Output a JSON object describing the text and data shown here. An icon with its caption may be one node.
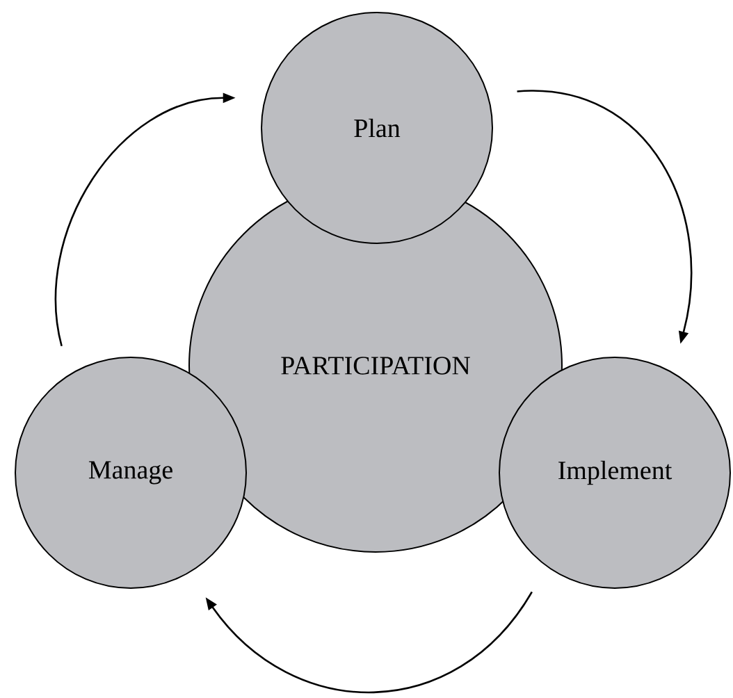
{
  "diagram": {
    "nodes": [
      {
        "text": [
          "Plan"
        ]
      },
      {
        "text": [
          "PARTICIPATION"
        ]
      },
      {
        "text": [
          "Manage"
        ]
      },
      {
        "text": [
          "Implement"
        ]
      }
    ],
    "edges": [
      {
        "from": 0,
        "to": 3,
        "arrow": "to"
      },
      {
        "from": 3,
        "to": 2,
        "arrow": "to"
      },
      {
        "from": 2,
        "to": 0,
        "arrow": "to"
      }
    ]
  }
}
